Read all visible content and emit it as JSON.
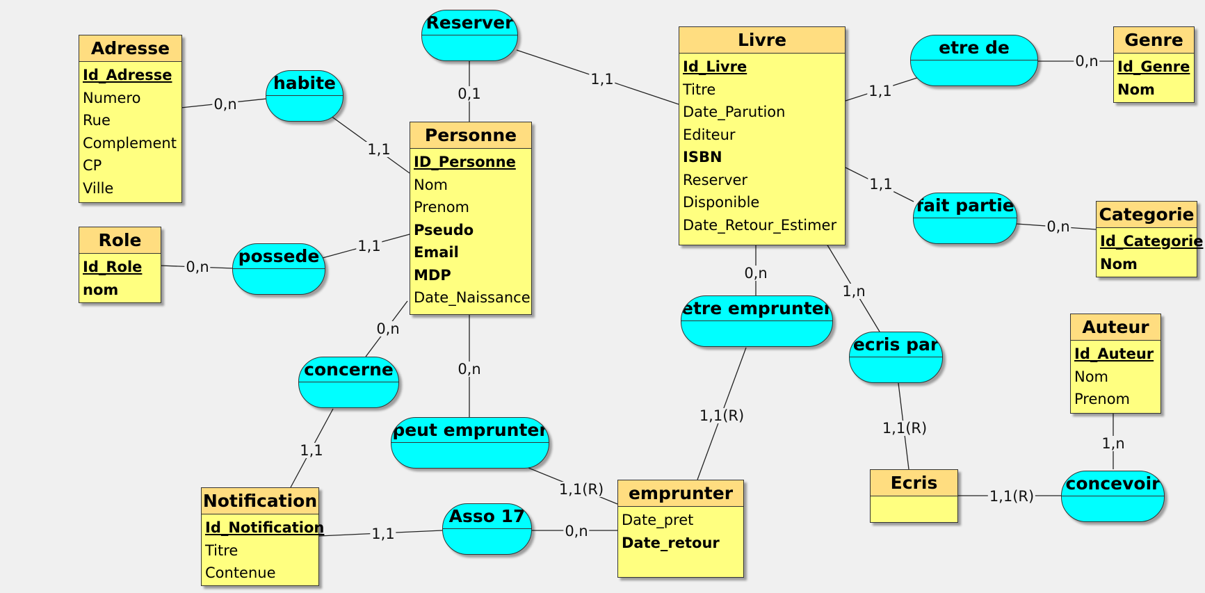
{
  "entities": {
    "adresse": {
      "title": "Adresse",
      "attributes": [
        "Id_Adresse",
        "Numero",
        "Rue",
        "Complement",
        "CP",
        "Ville"
      ]
    },
    "role": {
      "title": "Role",
      "attributes": [
        "Id_Role",
        "nom"
      ]
    },
    "personne": {
      "title": "Personne",
      "attributes": [
        "ID_Personne",
        "Nom",
        "Prenom",
        "Pseudo",
        "Email",
        "MDP",
        "Date_Naissance"
      ]
    },
    "livre": {
      "title": "Livre",
      "attributes": [
        "Id_Livre",
        "Titre",
        "Date_Parution",
        "Editeur",
        "ISBN",
        "Reserver",
        "Disponible",
        "Date_Retour_Estimer"
      ]
    },
    "genre": {
      "title": "Genre",
      "attributes": [
        "Id_Genre",
        "Nom"
      ]
    },
    "categorie": {
      "title": "Categorie",
      "attributes": [
        "Id_Categorie",
        "Nom"
      ]
    },
    "auteur": {
      "title": "Auteur",
      "attributes": [
        "Id_Auteur",
        "Nom",
        "Prenom"
      ]
    },
    "notification": {
      "title": "Notification",
      "attributes": [
        "Id_Notification",
        "Titre",
        "Contenue"
      ]
    },
    "emprunter": {
      "title": "emprunter",
      "attributes": [
        "Date_pret",
        "Date_retour"
      ]
    },
    "ecris": {
      "title": "Ecris",
      "attributes": []
    }
  },
  "associations": {
    "reserver": "Reserver",
    "habite": "habite",
    "possede": "possede",
    "concerne": "concerne",
    "peut_emprunter": "peut emprunter",
    "asso17": "Asso 17",
    "etre_de": "etre de",
    "fait_partie": "fait partie",
    "etre_emprunter": "etre emprunter",
    "ecris_par": "ecris par",
    "concevoir": "concevoir"
  },
  "cardinalities": {
    "adresse_habite": "0,n",
    "habite_personne": "1,1",
    "role_possede": "0,n",
    "possede_personne": "1,1",
    "reserver_personne": "0,1",
    "reserver_livre": "1,1",
    "personne_concerne": "0,n",
    "concerne_notification": "1,1",
    "personne_peut_emprunter": "0,n",
    "peut_emprunter_emprunter": "1,1(R)",
    "notification_asso17": "1,1",
    "asso17_emprunter": "0,n",
    "livre_etre_de": "1,1",
    "etre_de_genre": "0,n",
    "livre_fait_partie": "1,1",
    "fait_partie_categorie": "0,n",
    "livre_etre_emprunter": "0,n",
    "etre_emprunter_emprunter": "1,1(R)",
    "livre_ecris_par": "1,n",
    "ecris_par_ecris": "1,1(R)",
    "ecris_concevoir": "1,1(R)",
    "concevoir_auteur": "1,n"
  },
  "colors": {
    "entity_header": "#ffdd80",
    "entity_body": "#ffff80",
    "association": "#00ffff",
    "background": "#f0f0f0"
  }
}
